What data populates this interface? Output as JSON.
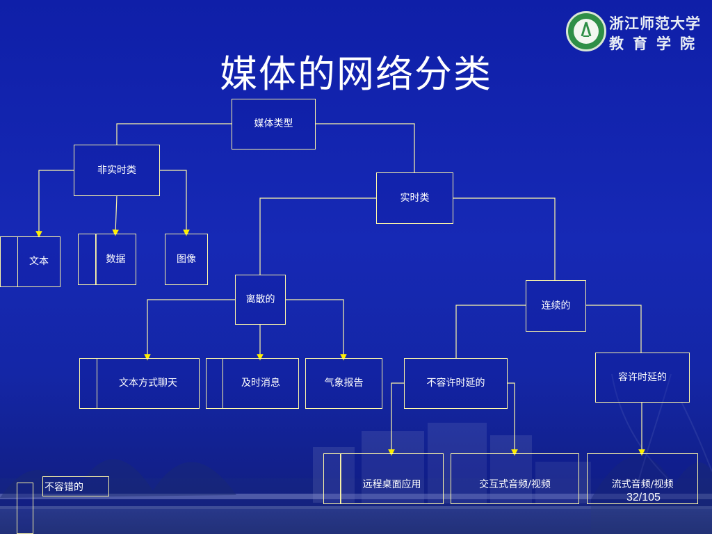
{
  "slide": {
    "title": "媒体的网络分类",
    "page_number": "32/105",
    "logo": {
      "line1": "浙江师范大学",
      "line2": "教育学院"
    }
  },
  "diagram": {
    "root": "媒体类型",
    "non_realtime": "非实时类",
    "realtime": "实时类",
    "text": "文本",
    "data": "数据",
    "image": "图像",
    "discrete": "离散的",
    "continuous": "连续的",
    "text_chat": "文本方式聊天",
    "instant_message": "及时消息",
    "weather_report": "气象报告",
    "delay_intolerant": "不容许时延的",
    "delay_tolerant": "容许时延的",
    "remote_desktop": "远程桌面应用",
    "interactive_av": "交互式音频/视频",
    "streaming_av": "流式音频/视频",
    "no_error": "不容错的"
  },
  "colors": {
    "background_top": "#0f1fa8",
    "background_bottom": "#101c78",
    "line": "#fff8a8",
    "arrow": "#fff000",
    "text": "#ffffff",
    "logo_green": "#2f8f47"
  }
}
